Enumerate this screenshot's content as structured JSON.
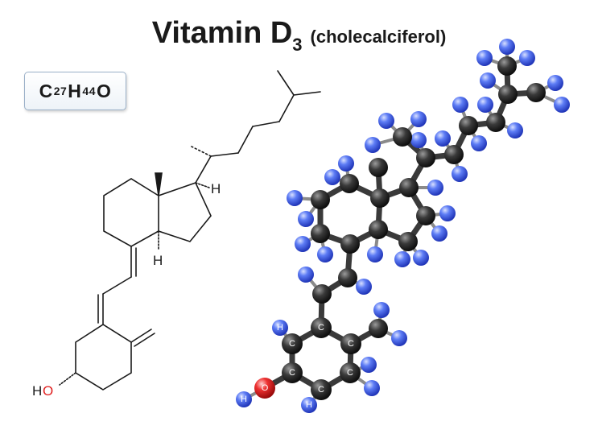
{
  "title": {
    "main": "Vitamin D",
    "subscript": "3",
    "subtitle": "(cholecalciferol)"
  },
  "formula": {
    "c": "C",
    "c_sub": "27",
    "h": "H",
    "h_sub": "44",
    "o": "O"
  },
  "skeletal": {
    "h_label_top": "H",
    "h_label_bottom": "H",
    "ho_label_h": "H",
    "ho_label_o": "O"
  },
  "ball_model": {
    "carbon_label": "C",
    "hydrogen_label": "H",
    "oxygen_label": "O"
  },
  "colors": {
    "carbon": "#2b2b2b",
    "hydrogen": "#4a6cf0",
    "oxygen": "#e02020",
    "bond": "#555555"
  }
}
